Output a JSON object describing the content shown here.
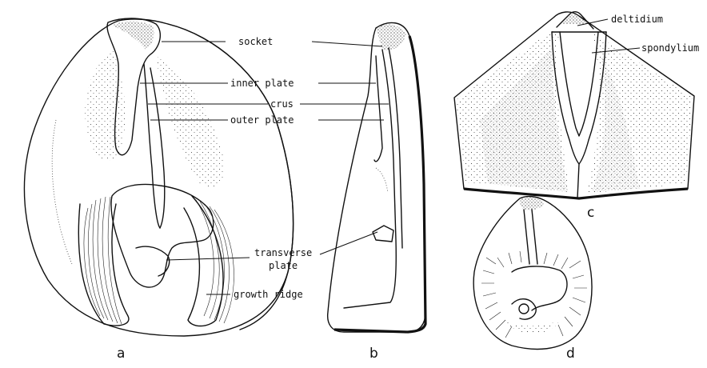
{
  "figure": {
    "labels": {
      "socket": "socket",
      "inner_plate": "inner plate",
      "crus": "crus",
      "outer_plate": "outer plate",
      "transverse_plate_1": "transverse",
      "transverse_plate_2": "plate",
      "growth_ridge": "growth ridge",
      "deltidium": "deltidium",
      "spondylium": "spondylium"
    },
    "panels": {
      "a": "a",
      "b": "b",
      "c": "c",
      "d": "d"
    }
  }
}
